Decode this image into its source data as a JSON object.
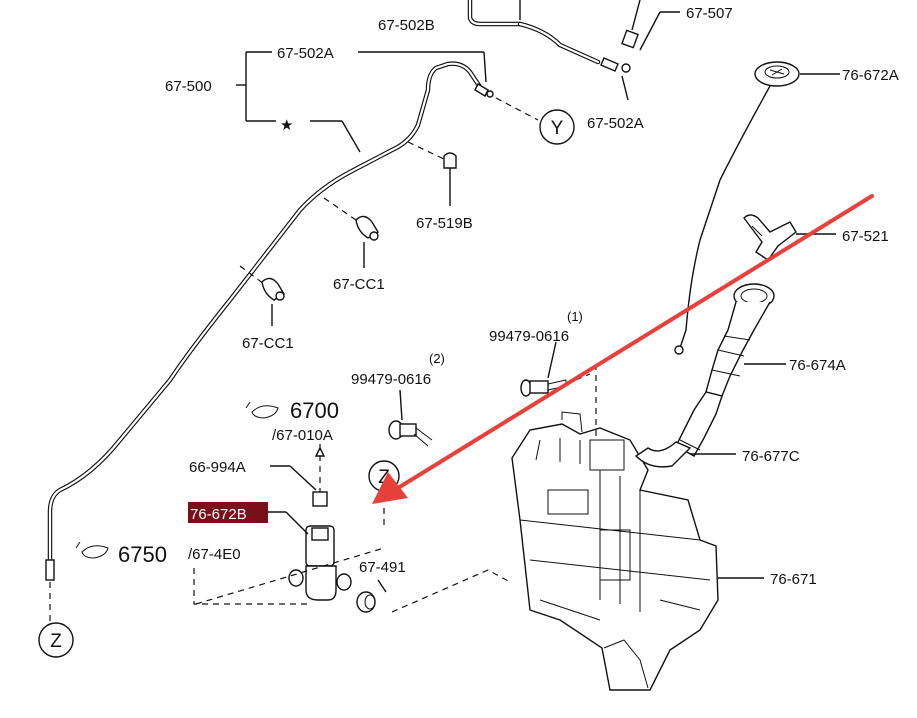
{
  "labels": {
    "l_67_502b_top": "67-502B",
    "l_67_507": "67-507",
    "l_67_502a_left": "67-502A",
    "l_67_500": "67-500",
    "l_67_502a_right": "67-502A",
    "l_76_672a": "76-672A",
    "l_67_519b": "67-519B",
    "l_67_cc1_a": "67-CC1",
    "l_67_cc1_b": "67-CC1",
    "l_67_521": "67-521",
    "l_99479_0616_1": "99479-0616",
    "l_99479_0616_1_note": "(1)",
    "l_99479_0616_2": "99479-0616",
    "l_99479_0616_2_note": "(2)",
    "l_76_674a": "76-674A",
    "l_6700": "6700",
    "l_67_010a": "/67-010A",
    "l_76_677c": "76-677C",
    "l_66_994a": "66-994A",
    "l_76_672b": "76-672B",
    "l_6750": "6750",
    "l_67_4e0": "/67-4E0",
    "l_67_491": "67-491",
    "l_76_671": "76-671"
  },
  "markers": {
    "star": "★",
    "ref_y": "Y",
    "ref_z_small": "Z",
    "ref_z_bottom": "Z"
  },
  "colors": {
    "arrow": "#e8413c",
    "highlight_bg": "#7a0f1b",
    "highlight_text": "#ffffff",
    "line": "#111111"
  }
}
